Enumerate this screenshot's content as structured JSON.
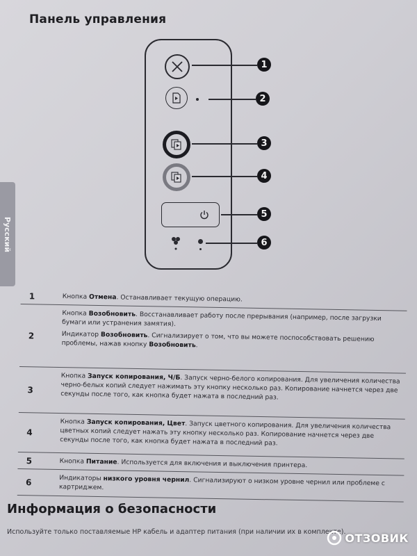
{
  "page": {
    "title": "Панель управления",
    "lang_tab": "Русский"
  },
  "panel": {
    "buttons": [
      {
        "number": "1",
        "icon": "cancel-x-icon"
      },
      {
        "number": "2",
        "icon": "resume-icon"
      },
      {
        "number": "3",
        "icon": "copy-bw-icon"
      },
      {
        "number": "4",
        "icon": "copy-color-icon"
      },
      {
        "number": "5",
        "icon": "power-icon"
      },
      {
        "number": "6",
        "icon": "ink-indicator-icon"
      }
    ]
  },
  "table": {
    "rows": [
      {
        "num": "1",
        "p1_pre": "Кнопка ",
        "p1_bold": "Отмена",
        "p1_post": ". Останавливает текущую операцию."
      },
      {
        "num": "2",
        "p1_pre": "Кнопка ",
        "p1_bold": "Возобновить",
        "p1_post": ". Восстанавливает работу после прерывания (например, после загрузки бумаги или устранения замятия).",
        "p2_pre": "Индикатор ",
        "p2_bold": "Возобновить",
        "p2_mid": ". Сигнализирует о том, что вы можете поспособствовать решению проблемы, нажав кнопку ",
        "p2_bold2": "Возобновить",
        "p2_post": "."
      },
      {
        "num": "3",
        "p1_pre": "Кнопка ",
        "p1_bold": "Запуск копирования, Ч/Б",
        "p1_post": ". Запуск черно-белого копирования. Для увеличения количества черно-белых копий следует нажимать эту кнопку несколько раз. Копирование начнется через две секунды после того, как кнопка будет нажата в последний раз."
      },
      {
        "num": "4",
        "p1_pre": "Кнопка ",
        "p1_bold": "Запуск копирования, Цвет",
        "p1_post": ". Запуск цветного копирования. Для увеличения количества цветных копий следует нажать эту кнопку несколько раз. Копирование начнется через две секунды после того, как кнопка будет нажата в последний раз."
      },
      {
        "num": "5",
        "p1_pre": "Кнопка ",
        "p1_bold": "Питание",
        "p1_post": ". Используется для включения и выключения принтера."
      },
      {
        "num": "6",
        "p1_pre": "Индикаторы ",
        "p1_bold": "низкого уровня чернил",
        "p1_post": ". Сигнализируют о низком уровне чернил или проблеме с картриджем."
      }
    ]
  },
  "safety": {
    "title": "Информация о безопасности",
    "text": "Используйте только поставляемые HP кабель и адаптер питания (при наличии их в комплекте)."
  },
  "watermark": {
    "text": "ОТЗОВИК"
  }
}
